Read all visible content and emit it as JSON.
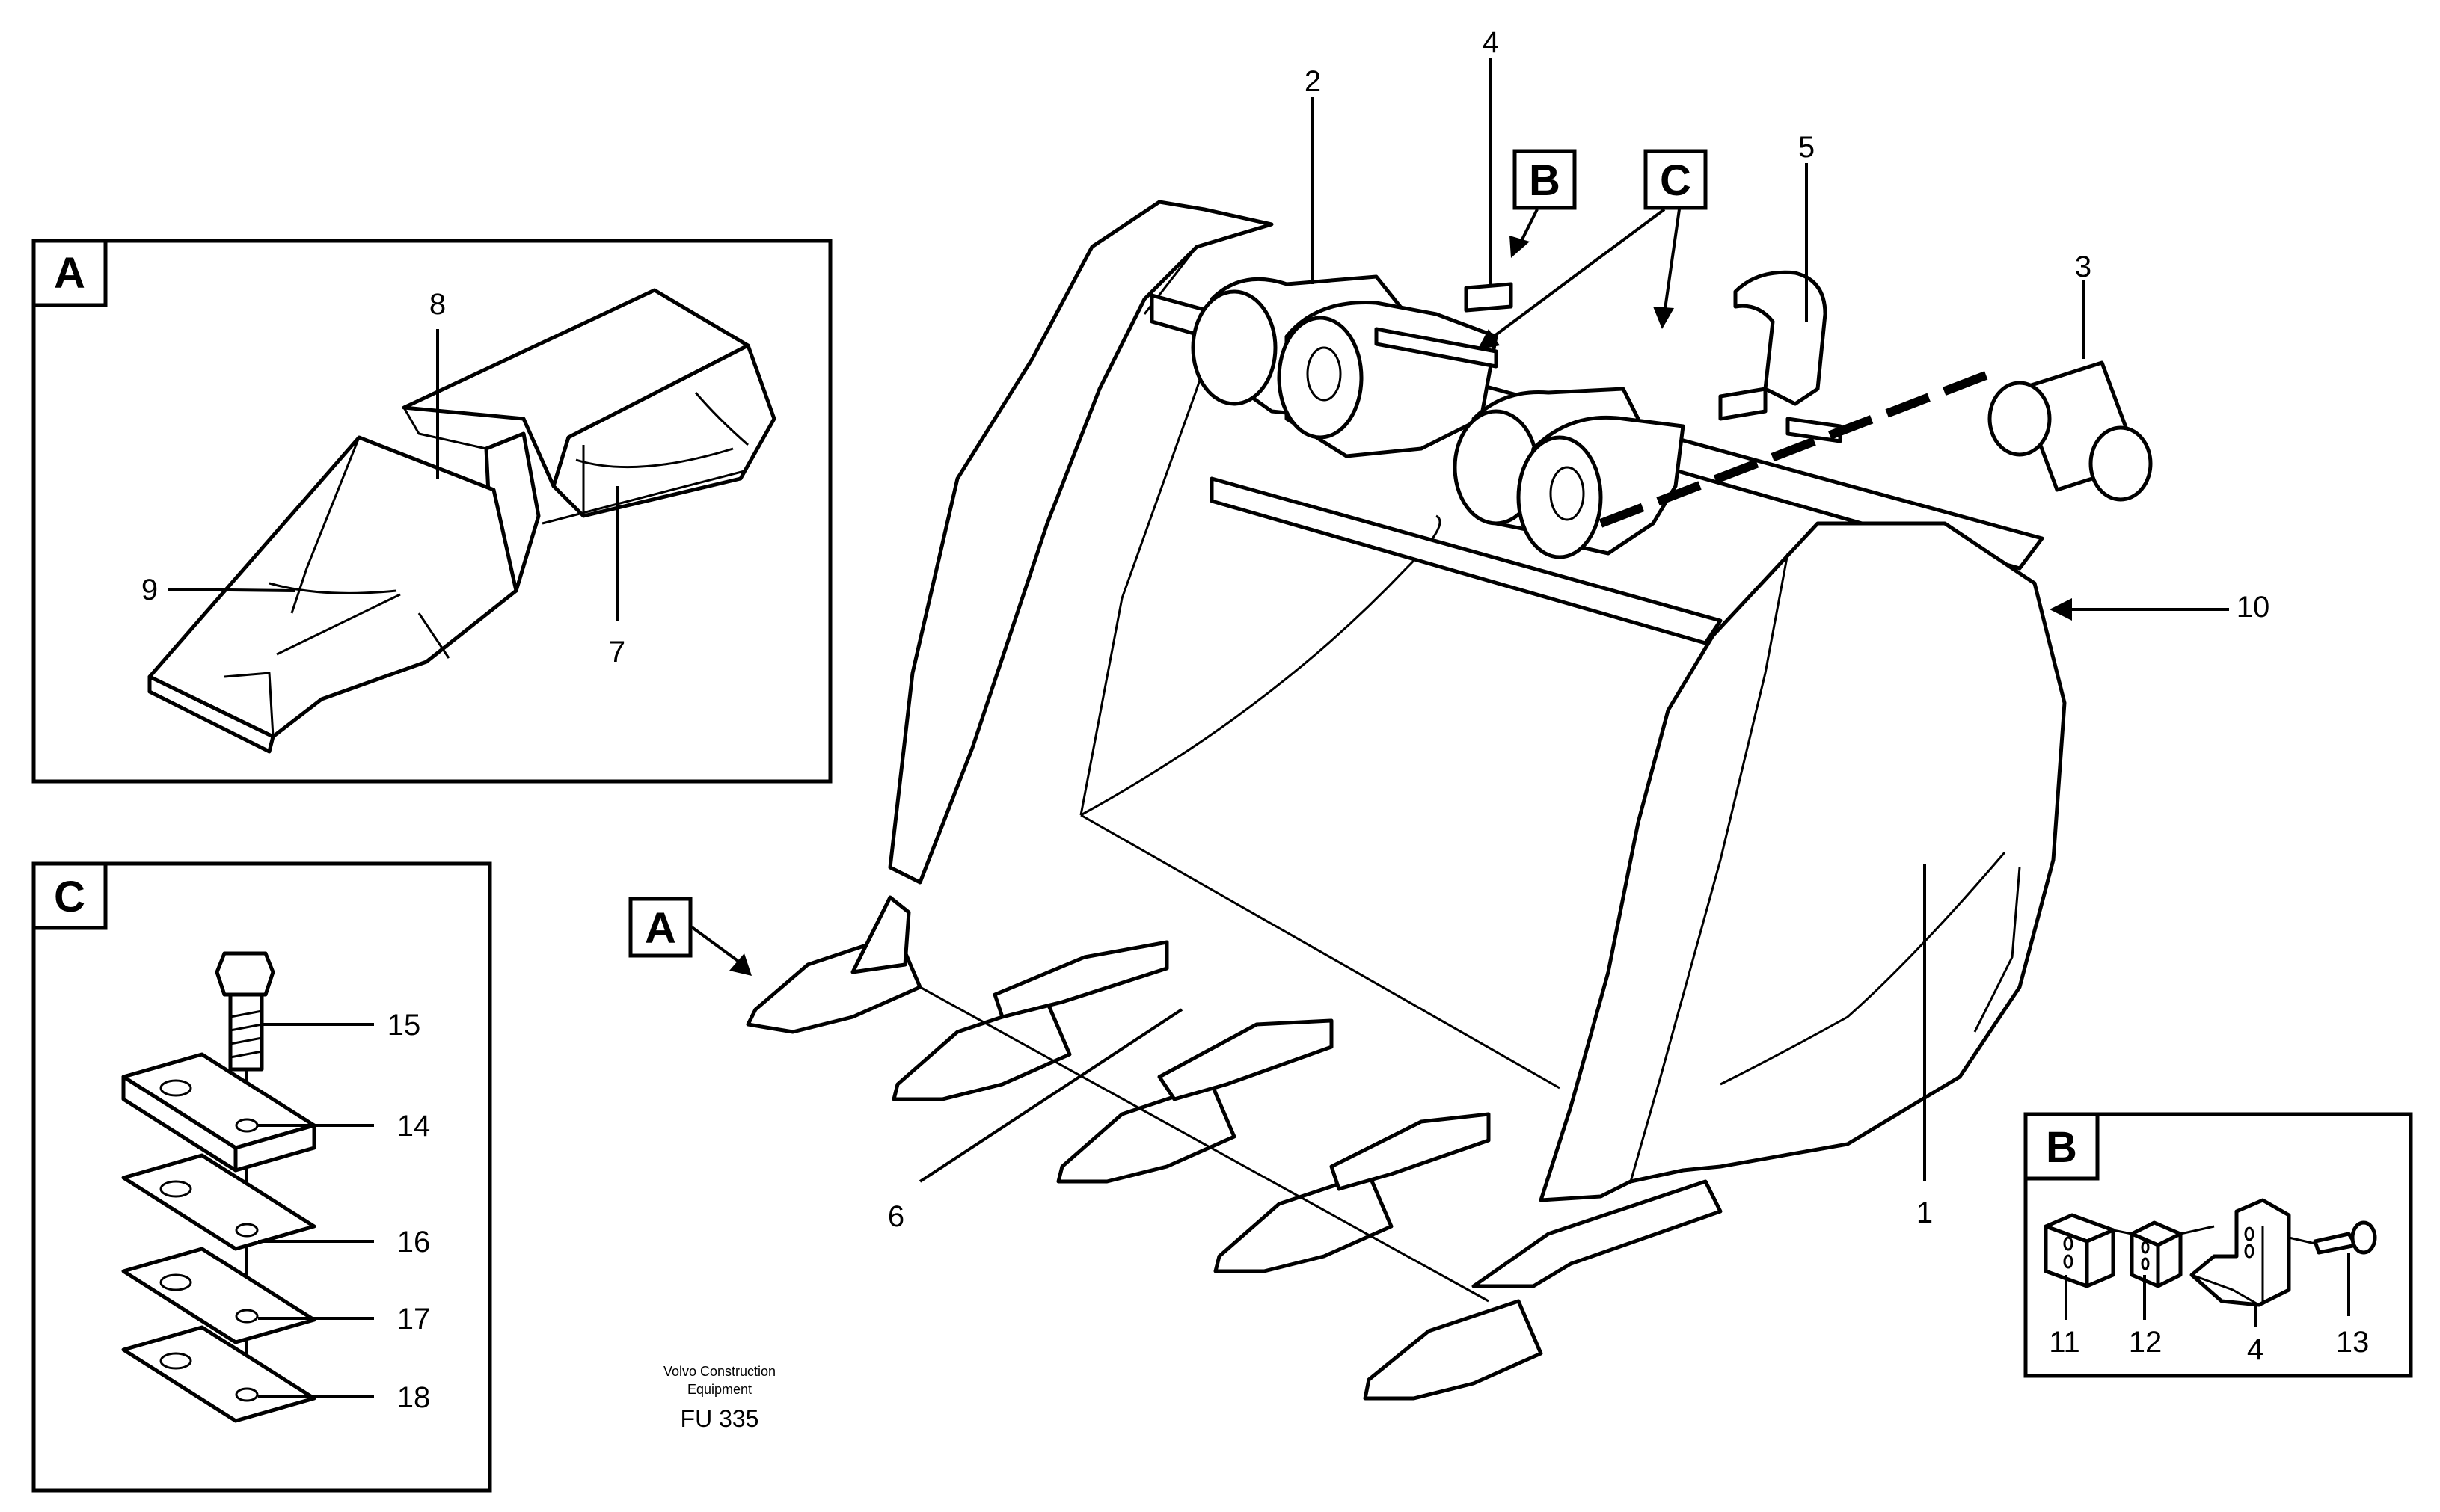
{
  "callouts": {
    "a": "A",
    "b": "B",
    "c": "C"
  },
  "parts": {
    "p1": "1",
    "p2": "2",
    "p3": "3",
    "p4": "4",
    "p5": "5",
    "p6": "6",
    "p7": "7",
    "p8": "8",
    "p9": "9",
    "p10": "10",
    "p11": "11",
    "p12": "12",
    "p13": "13",
    "p14": "14",
    "p15": "15",
    "p16": "16",
    "p17": "17",
    "p18": "18"
  },
  "credit": {
    "line1": "Volvo Construction",
    "line2": "Equipment",
    "code": "FU 335"
  }
}
